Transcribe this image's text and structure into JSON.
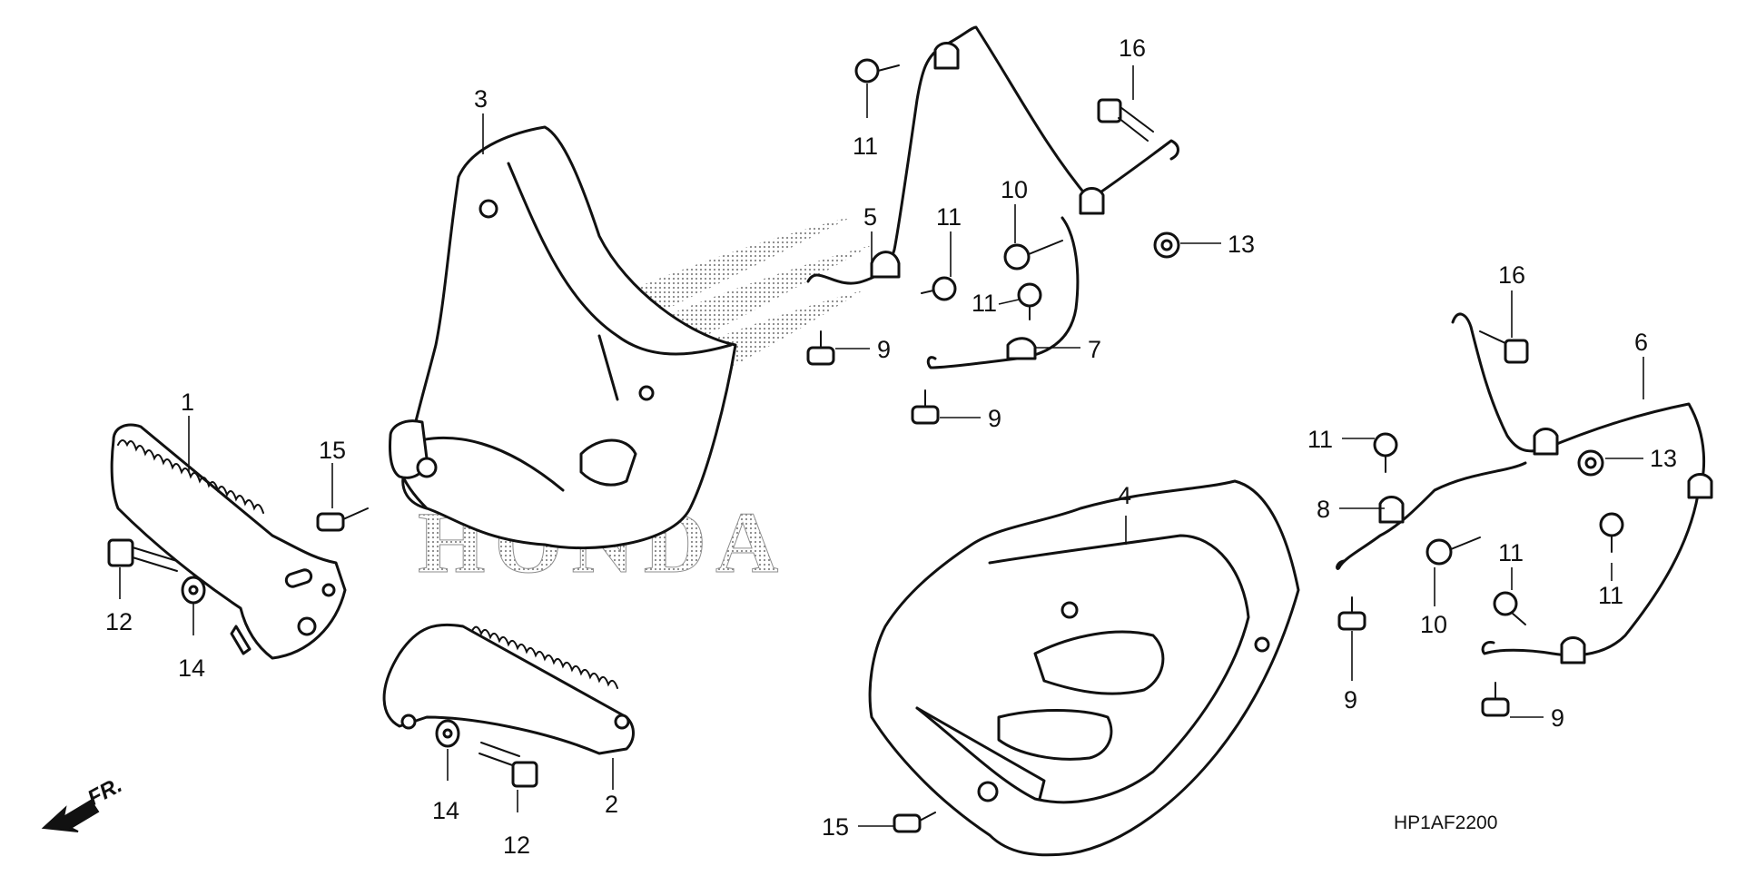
{
  "diagram": {
    "code": "HP1AF2200",
    "front_mark": "FR.",
    "watermark": "HONDA",
    "callouts": [
      {
        "id": "c3",
        "label": "3"
      },
      {
        "id": "c1",
        "label": "1"
      },
      {
        "id": "c15a",
        "label": "15"
      },
      {
        "id": "c12a",
        "label": "12"
      },
      {
        "id": "c14a",
        "label": "14"
      },
      {
        "id": "c14b",
        "label": "14"
      },
      {
        "id": "c12b",
        "label": "12"
      },
      {
        "id": "c2",
        "label": "2"
      },
      {
        "id": "c11a",
        "label": "11"
      },
      {
        "id": "c5",
        "label": "5"
      },
      {
        "id": "c11b",
        "label": "11"
      },
      {
        "id": "c10a",
        "label": "10"
      },
      {
        "id": "c11c",
        "label": "11"
      },
      {
        "id": "c9a",
        "label": "9"
      },
      {
        "id": "c7",
        "label": "7"
      },
      {
        "id": "c9b",
        "label": "9"
      },
      {
        "id": "c16a",
        "label": "16"
      },
      {
        "id": "c13a",
        "label": "13"
      },
      {
        "id": "c4",
        "label": "4"
      },
      {
        "id": "c15b",
        "label": "15"
      },
      {
        "id": "c16b",
        "label": "16"
      },
      {
        "id": "c6",
        "label": "6"
      },
      {
        "id": "c11d",
        "label": "11"
      },
      {
        "id": "c13b",
        "label": "13"
      },
      {
        "id": "c8",
        "label": "8"
      },
      {
        "id": "c11e",
        "label": "11"
      },
      {
        "id": "c11f",
        "label": "11"
      },
      {
        "id": "c10b",
        "label": "10"
      },
      {
        "id": "c9c",
        "label": "9"
      },
      {
        "id": "c9d",
        "label": "9"
      }
    ]
  }
}
